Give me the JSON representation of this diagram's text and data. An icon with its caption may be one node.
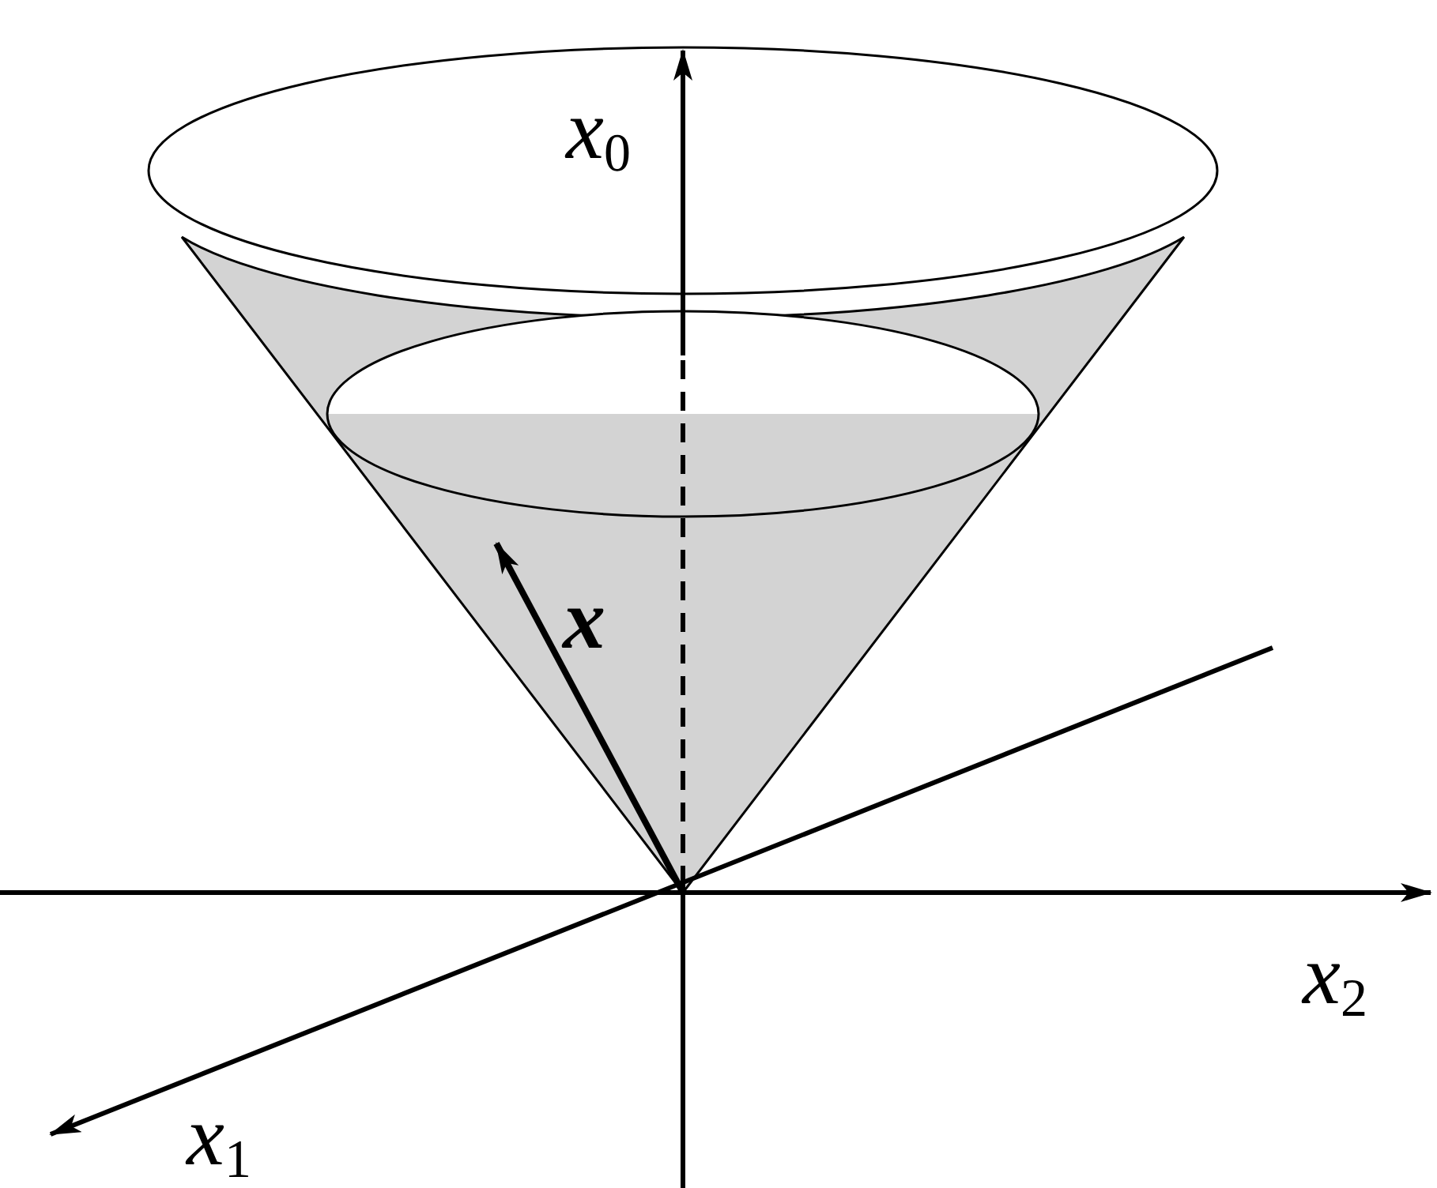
{
  "diagram": {
    "labels": [
      "*x*$_{0}$",
      "x",
      "*x*$_{2}$",
      "*x*$_{1}$"
    ]
  }
}
